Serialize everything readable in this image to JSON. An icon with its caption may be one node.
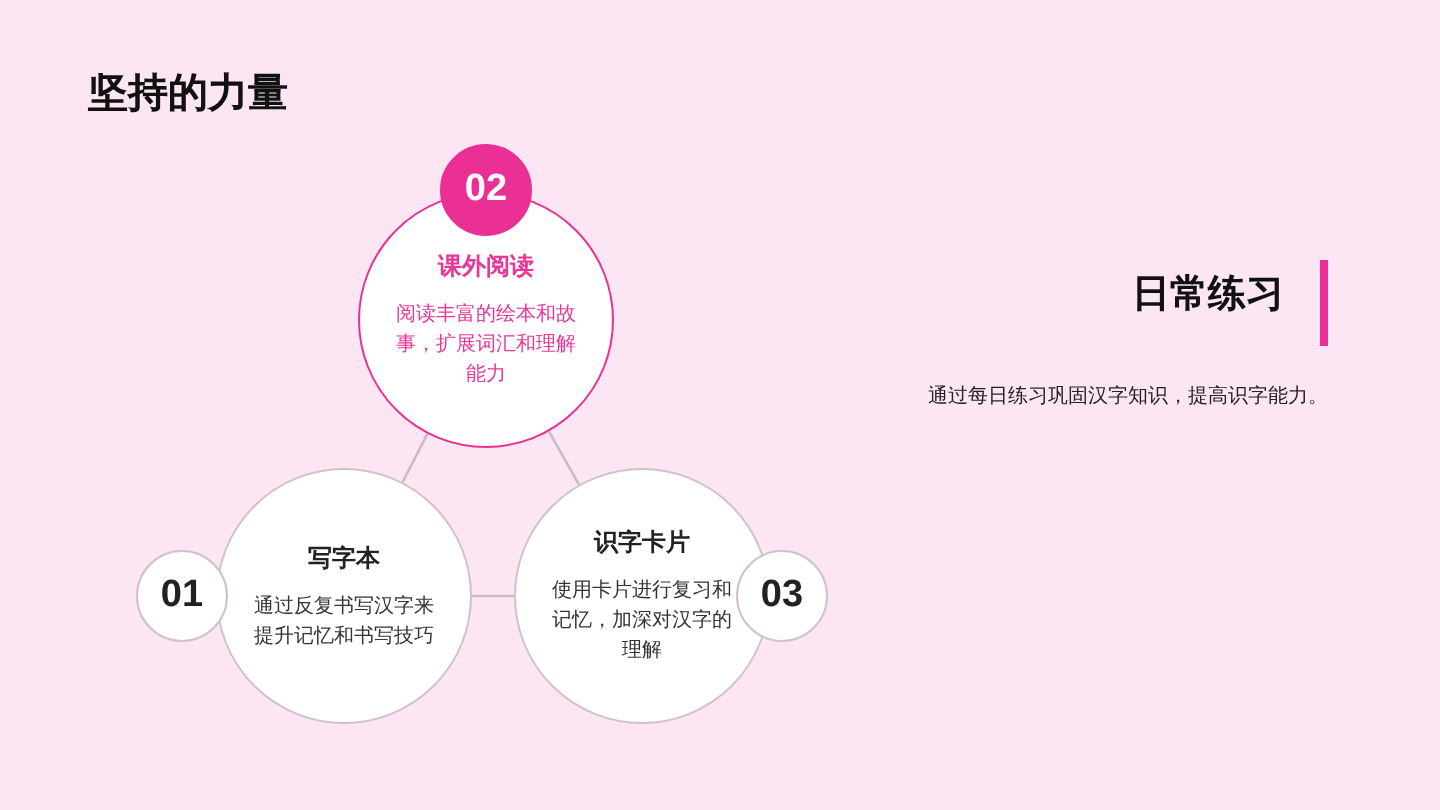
{
  "diagram": {
    "title": "坚持的力量",
    "nodes": [
      {
        "text": [
          "02"
        ]
      },
      {
        "text": [
          "课外阅读",
          "阅读丰富的绘本和故事，扩展词汇和理解能力"
        ]
      },
      {
        "text": [
          "01"
        ]
      },
      {
        "text": [
          "写字本",
          "通过反复书写汉字来提升记忆和书写技巧"
        ]
      },
      {
        "text": [
          "识字卡片",
          "使用卡片进行复习和记忆，加深对汉字的理解"
        ]
      },
      {
        "text": [
          "03"
        ]
      }
    ],
    "edges": [
      {
        "from": 1,
        "to": 3,
        "arrow": "none"
      },
      {
        "from": 1,
        "to": 4,
        "arrow": "none"
      },
      {
        "from": 3,
        "to": 4,
        "arrow": "none"
      }
    ],
    "labels": [
      "日常练习",
      "通过每日练习巩固汉字知识，提高识字能力。"
    ]
  }
}
